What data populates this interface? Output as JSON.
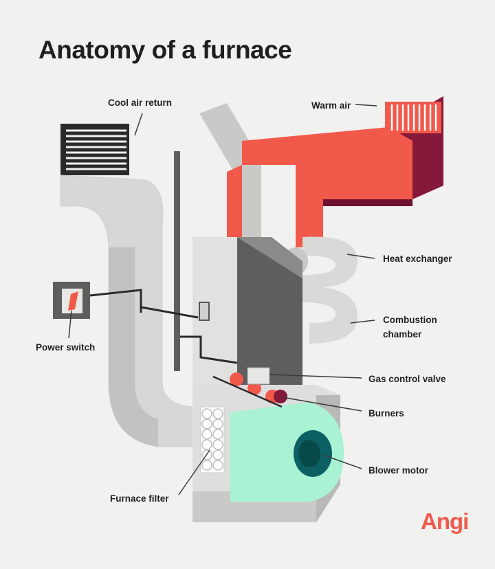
{
  "diagram": {
    "title": "Anatomy of a furnace",
    "brand": "Angi",
    "labels": {
      "cool_air_return": "Cool air return",
      "warm_air": "Warm air",
      "heat_exchanger": "Heat exchanger",
      "combustion_chamber_line1": "Combustion",
      "combustion_chamber_line2": "chamber",
      "power_switch": "Power switch",
      "gas_control_valve": "Gas control valve",
      "burners": "Burners",
      "blower_motor": "Blower motor",
      "furnace_filter": "Furnace filter"
    },
    "colors": {
      "background": "#f1f1ef",
      "duct_light": "#d7d7d5",
      "duct_shadow": "#b3b3b1",
      "warm_duct": "#f1594b",
      "warm_duct_dark": "#861839",
      "blower": "#a9f2d3",
      "motor": "#0c6063",
      "cabinet": "#e1e1df",
      "cabinet_dark": "#5e5e5e",
      "leader": "#3a3a3a"
    }
  }
}
